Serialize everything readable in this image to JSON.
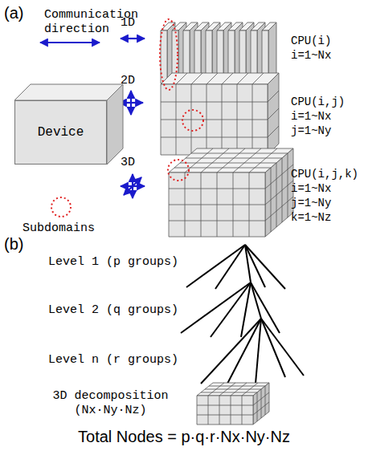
{
  "diagram": {
    "nodes": [
      {
        "text": [
          "Device"
        ]
      }
    ],
    "labels": [
      "(a)",
      "Communication direction",
      "1D",
      "CPU(i)",
      "i=1~Nx",
      "2D",
      "CPU(i,j)",
      "i=1~Nx",
      "j=1~Ny",
      "3D",
      "CPU(i,j,k)",
      "i=1~Nx",
      "j=1~Ny",
      "k=1~Nz",
      "Subdomains",
      "(b)",
      "Level 1 (p groups)",
      "Level 2 (q groups)",
      "Level n (r groups)",
      "3D decomposition (Nx·Ny·Nz)",
      "Total Nodes = p·q·r·Nx·Ny·Nz"
    ]
  }
}
